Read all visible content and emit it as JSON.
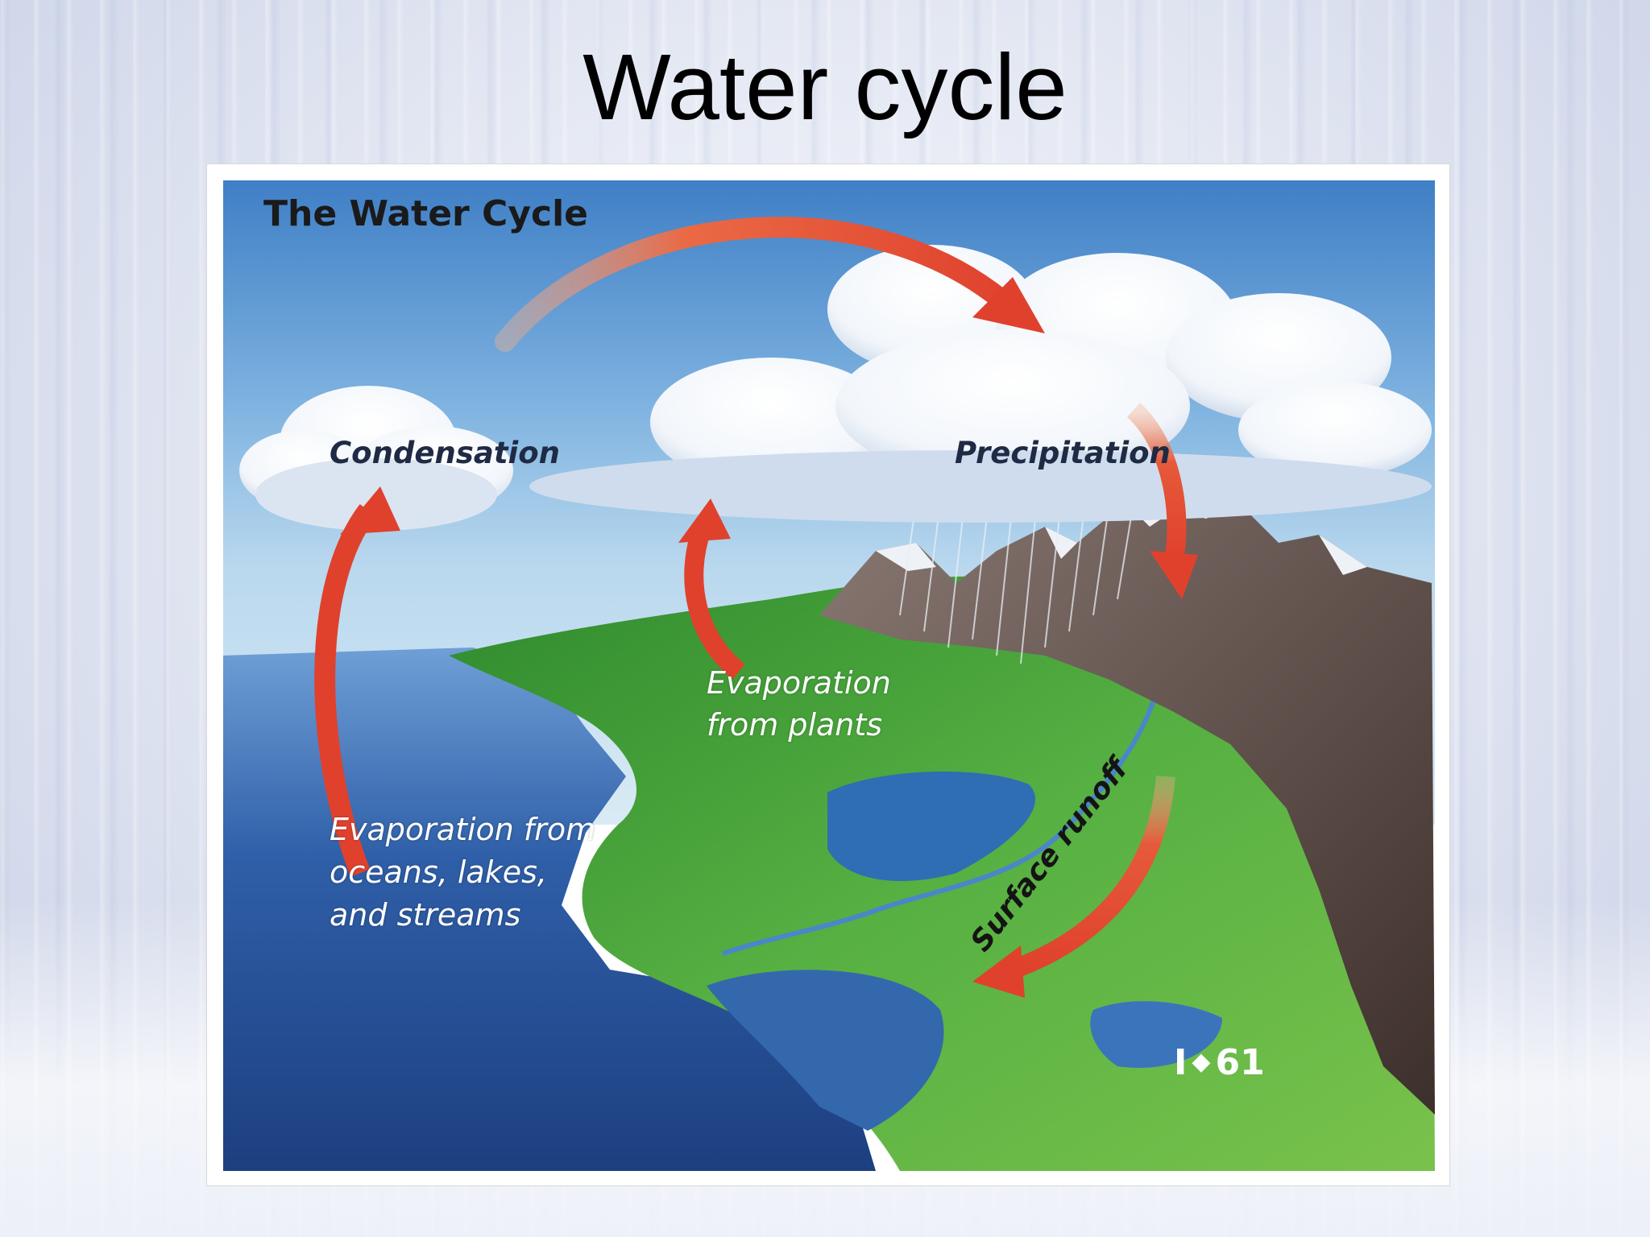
{
  "slide": {
    "title": "Water cycle"
  },
  "figure": {
    "heading": "The Water Cycle",
    "labels": {
      "condensation": "Condensation",
      "precipitation": "Precipitation",
      "evaporation_plants": "Evaporation\nfrom plants",
      "evaporation_oceans": "Evaporation from\noceans, lakes,\nand streams",
      "surface_runoff": "Surface runoff"
    },
    "page_marker": {
      "left": "I",
      "symbol": "◆",
      "number": "61"
    }
  },
  "colors": {
    "arrow": "#e0412d",
    "sky": "#7fb3e0",
    "ocean": "#2f5fa8",
    "land": "#56b042",
    "mountain": "#5c4b45"
  }
}
